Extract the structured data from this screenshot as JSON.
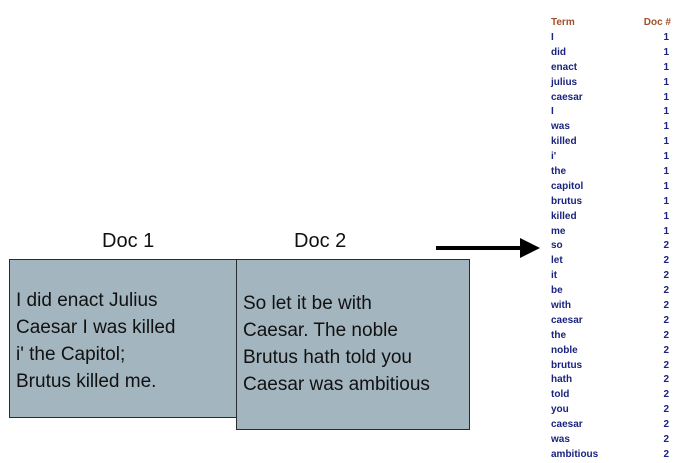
{
  "docs": [
    {
      "title": "Doc 1",
      "text": "I did enact Julius\nCaesar I was killed\ni' the Capitol;\nBrutus killed me."
    },
    {
      "title": "Doc 2",
      "text": "So let it be with\nCaesar. The noble\nBrutus hath told you\nCaesar was ambitious"
    }
  ],
  "index": {
    "headers": {
      "term": "Term",
      "doc": "Doc #"
    },
    "rows": [
      {
        "term": "I",
        "doc": "1"
      },
      {
        "term": "did",
        "doc": "1"
      },
      {
        "term": "enact",
        "doc": "1"
      },
      {
        "term": "julius",
        "doc": "1"
      },
      {
        "term": "caesar",
        "doc": "1"
      },
      {
        "term": "I",
        "doc": "1"
      },
      {
        "term": "was",
        "doc": "1"
      },
      {
        "term": "killed",
        "doc": "1"
      },
      {
        "term": "i'",
        "doc": "1"
      },
      {
        "term": "the",
        "doc": "1"
      },
      {
        "term": "capitol",
        "doc": "1"
      },
      {
        "term": "brutus",
        "doc": "1"
      },
      {
        "term": "killed",
        "doc": "1"
      },
      {
        "term": "me",
        "doc": "1"
      },
      {
        "term": "so",
        "doc": "2"
      },
      {
        "term": "let",
        "doc": "2"
      },
      {
        "term": "it",
        "doc": "2"
      },
      {
        "term": "be",
        "doc": "2"
      },
      {
        "term": "with",
        "doc": "2"
      },
      {
        "term": "caesar",
        "doc": "2"
      },
      {
        "term": "the",
        "doc": "2"
      },
      {
        "term": "noble",
        "doc": "2"
      },
      {
        "term": "brutus",
        "doc": "2"
      },
      {
        "term": "hath",
        "doc": "2"
      },
      {
        "term": "told",
        "doc": "2"
      },
      {
        "term": "you",
        "doc": "2"
      },
      {
        "term": "caesar",
        "doc": "2"
      },
      {
        "term": "was",
        "doc": "2"
      },
      {
        "term": "ambitious",
        "doc": "2"
      }
    ]
  },
  "colors": {
    "box_fill": "#a3b5be",
    "header_text": "#a0502a",
    "row_text": "#1a237e"
  }
}
